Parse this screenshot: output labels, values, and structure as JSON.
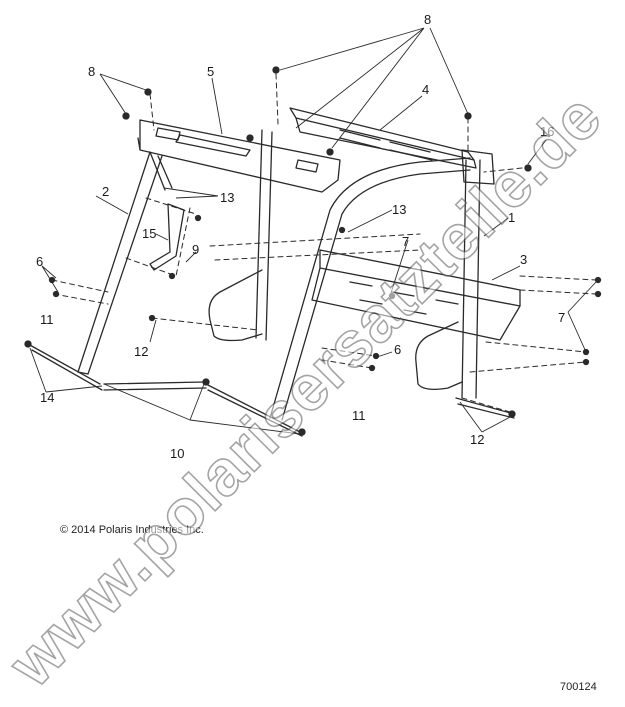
{
  "diagram": {
    "callouts": [
      "8",
      "8",
      "5",
      "4",
      "16",
      "2",
      "13",
      "13",
      "15",
      "9",
      "6",
      "11",
      "7",
      "3",
      "1",
      "12",
      "7",
      "6",
      "11",
      "14",
      "10",
      "12"
    ],
    "copyright": "© 2014 Polaris Industries Inc.",
    "part_number": "700124",
    "watermark": "www.polarisersatzteile.de"
  }
}
